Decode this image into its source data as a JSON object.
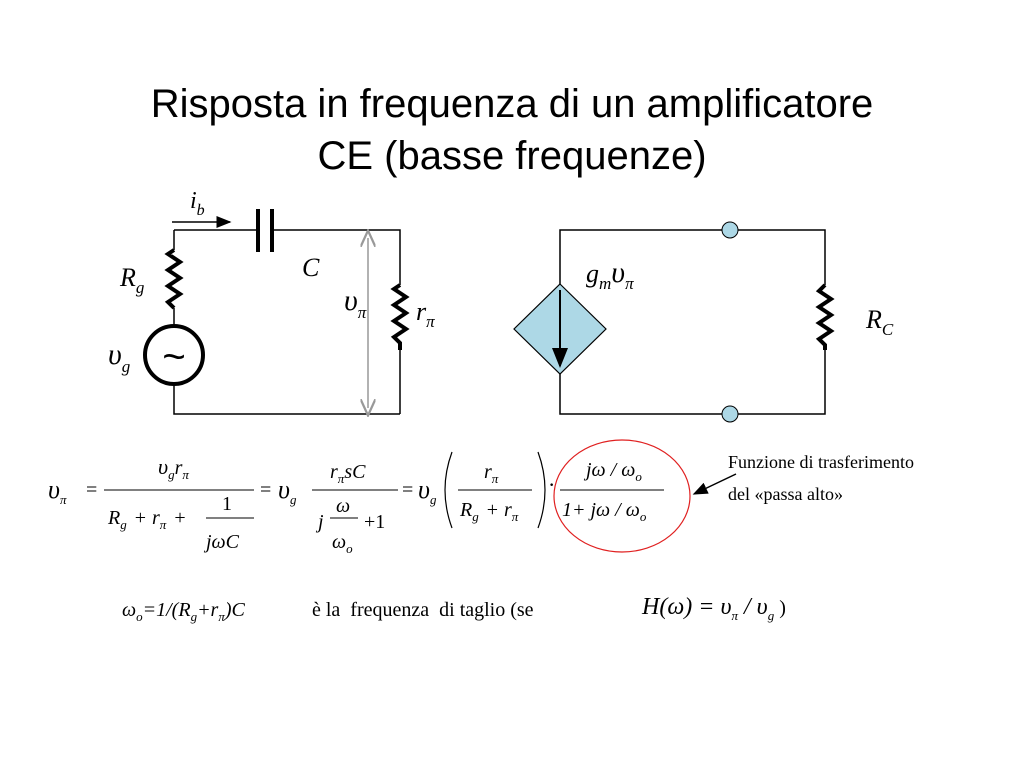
{
  "slide": {
    "title_line1": "Risposta in frequenza di un amplificatore",
    "title_line2": "CE (basse frequenze)"
  },
  "circuit": {
    "ib": {
      "main": "i",
      "sub": "b"
    },
    "Rg": {
      "main": "R",
      "sub": "g"
    },
    "vg": {
      "main": "υ",
      "sub": "g"
    },
    "source_symbol": "~",
    "C": "C",
    "vpi": {
      "main": "υ",
      "sub": "π"
    },
    "rpi": {
      "main": "r",
      "sub": "π"
    },
    "gm_vpi": {
      "gm_main": "g",
      "gm_sub": "m",
      "v_main": "υ",
      "v_sub": "π"
    },
    "Rc": {
      "main": "R",
      "sub": "C"
    }
  },
  "equation": {
    "lhs": "υ",
    "lhs_sub": "π",
    "eq": "=",
    "f1_num_v": "υ",
    "f1_num_v_sub": "g",
    "f1_num_r": "r",
    "f1_num_r_sub": "π",
    "f1_den_R": "R",
    "f1_den_R_sub": "g",
    "f1_den_plus1": "+",
    "f1_den_r": "r",
    "f1_den_r_sub": "π",
    "f1_den_plus2": "+",
    "f1_den_one": "1",
    "f1_den_jwC": "jωC",
    "eq2": "=",
    "v2": "υ",
    "v2_sub": "g",
    "f2_num_r": "r",
    "f2_num_r_sub": "π",
    "f2_num_sC": "sC",
    "f2_den_j": "j",
    "f2_den_w": "ω",
    "f2_den_wo": "ω",
    "f2_den_wo_sub": "o",
    "f2_den_plus1": "+1",
    "eq3": "=",
    "v3": "υ",
    "v3_sub": "g",
    "f3_num_r": "r",
    "f3_num_r_sub": "π",
    "f3_den_R": "R",
    "f3_den_R_sub": "g",
    "f3_den_plus": "+",
    "f3_den_r": "r",
    "f3_den_r_sub": "π",
    "dot": "·",
    "f4_num": "jω / ω",
    "f4_num_sub": "o",
    "f4_den": "1+ jω / ω",
    "f4_den_sub": "o"
  },
  "annotation": {
    "line1": "Funzione di trasferimento",
    "line2": "del «passa alto»"
  },
  "footer": {
    "wo": "ω",
    "wo_sub": "o",
    "formula_a": "=1/(R",
    "g_sub": "g",
    "plus": "+r",
    "pi_sub": "π",
    "formula_b": ")C",
    "text": "è la  frequenza  di taglio (se",
    "H": "H(ω) = υ",
    "H_pi_sub": "π",
    "slash": " / υ",
    "H_g_sub": "g",
    "close": " )"
  },
  "colors": {
    "source_fill": "#add8e6",
    "terminal_fill": "#add8e6",
    "highlight_circle": "#e02020",
    "arrow_gray": "#999999"
  }
}
